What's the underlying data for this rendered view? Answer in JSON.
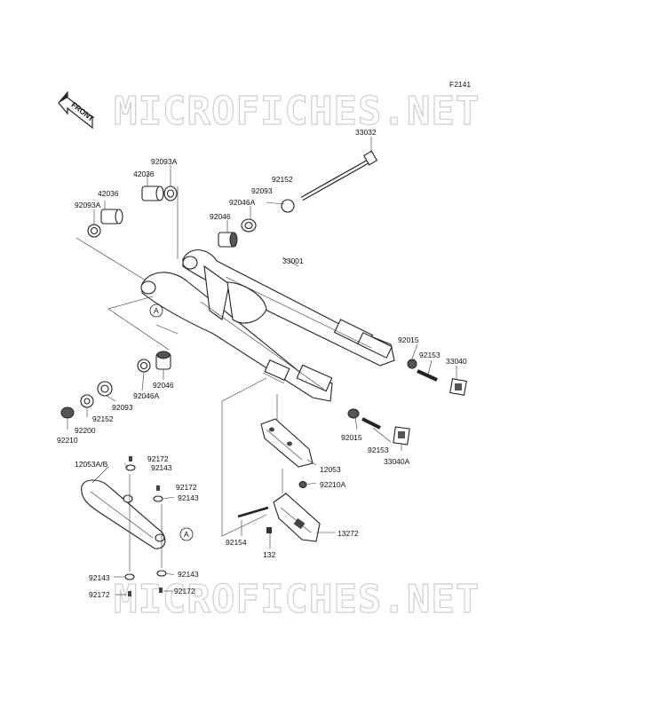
{
  "fig_code": "F2141",
  "front_label": "FRONT",
  "watermark": "MICROFICHES.NET",
  "ref_a": "A",
  "labels": {
    "p33032": "33032",
    "p92093A_top": "92093A",
    "p42036_top": "42036",
    "p92152_top": "92152",
    "p92093_top": "92093",
    "p92046A_top": "92046A",
    "p42036_left": "42036",
    "p92093A_left": "92093A",
    "p92046_top": "92046",
    "p33001": "33001",
    "p92015_right": "92015",
    "p92153_right": "92153",
    "p33040": "33040",
    "p92046_mid": "92046",
    "p92046A_mid": "92046A",
    "p92093_mid": "92093",
    "p92152_mid": "92152",
    "p92200": "92200",
    "p92210": "92210",
    "p92015_low": "92015",
    "p92153_low": "92153",
    "p33040A": "33040A",
    "p92172_a": "92172",
    "p12053AB": "12053A/B",
    "p92143_a": "92143",
    "p12053": "12053",
    "p92172_b": "92172",
    "p92143_b": "92143",
    "p92210A": "92210A",
    "p92154": "92154",
    "p132": "132",
    "p13272": "13272",
    "p92143_c": "92143",
    "p92143_d": "92143",
    "p92172_c": "92172",
    "p92172_d": "92172"
  }
}
